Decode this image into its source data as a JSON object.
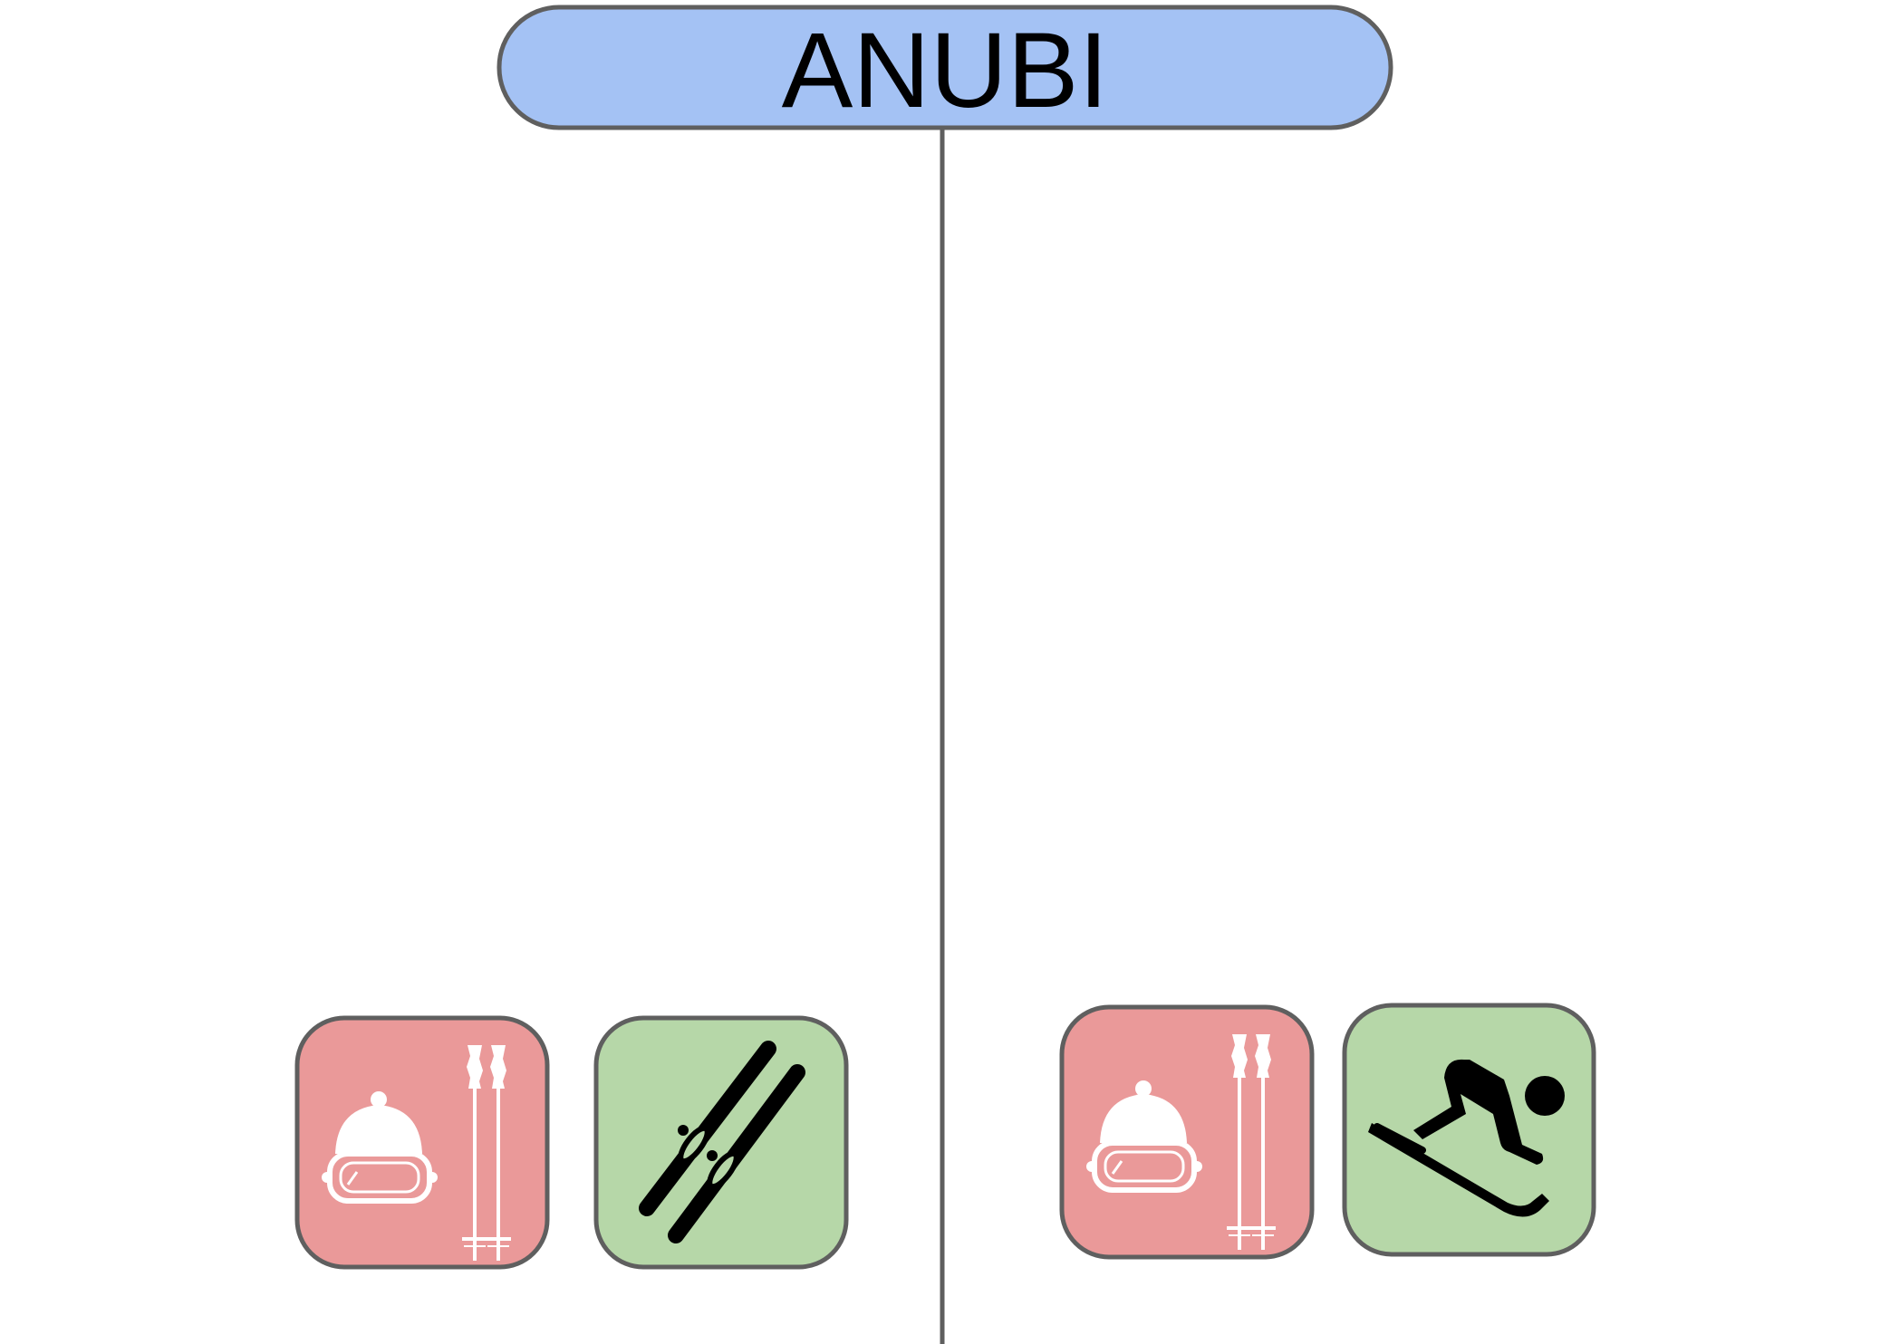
{
  "title": {
    "label": "ANUBI"
  },
  "colors": {
    "title_fill": "#a4c2f4",
    "border": "#5f5f5f",
    "red_card": "#ea9999",
    "green_card": "#b6d7a8",
    "icon_light": "#ffffff",
    "icon_dark": "#000000"
  },
  "cards": [
    {
      "group": "left",
      "kind": "gear",
      "icons": [
        "beanie-goggles-icon",
        "ski-poles-icon"
      ],
      "color": "#ea9999"
    },
    {
      "group": "left",
      "kind": "skis",
      "icons": [
        "skis-icon"
      ],
      "color": "#b6d7a8"
    },
    {
      "group": "right",
      "kind": "gear",
      "icons": [
        "beanie-goggles-icon",
        "ski-poles-icon"
      ],
      "color": "#ea9999"
    },
    {
      "group": "right",
      "kind": "skier",
      "icons": [
        "downhill-skier-icon"
      ],
      "color": "#b6d7a8"
    }
  ]
}
